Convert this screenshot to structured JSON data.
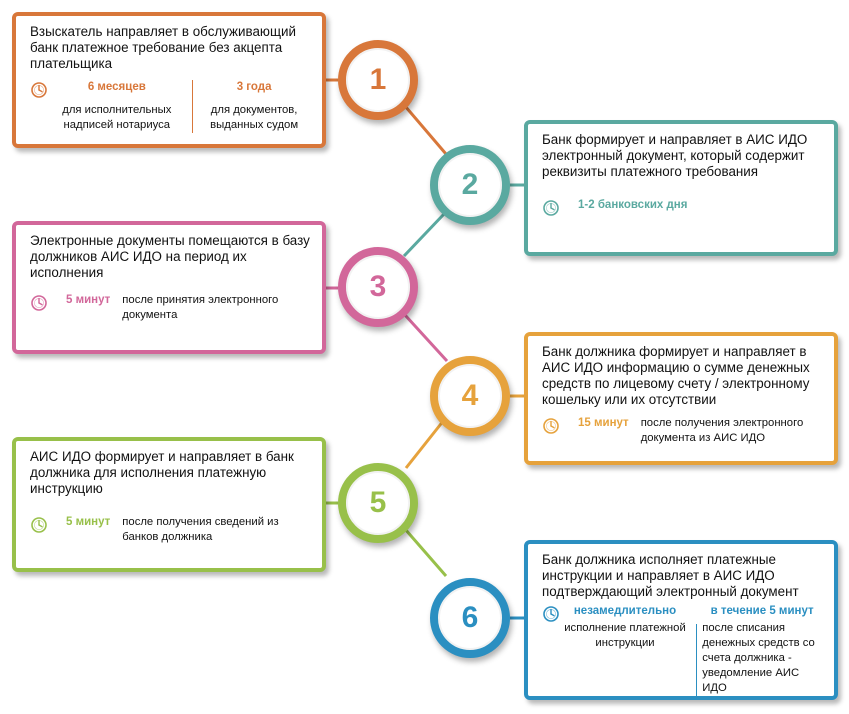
{
  "colors": {
    "step1": "#d8773a",
    "step2": "#5aa9a0",
    "step3": "#d2679a",
    "step4": "#e6a23c",
    "step5": "#98c04a",
    "step6": "#2b8fc1"
  },
  "icons": {
    "timing": "clock-icon"
  },
  "steps": [
    {
      "number": "1",
      "text": "Взыскатель направляет в обслуживающий банк платежное требование без акцепта плательщика",
      "timing_left_value": "6 месяцев",
      "timing_left_desc": "для исполнительных надписей нотариуса",
      "timing_right_value": "3 года",
      "timing_right_desc": "для документов, выданных судом"
    },
    {
      "number": "2",
      "text": "Банк формирует и направляет в АИС ИДО электронный документ, который содержит реквизиты платежного требования",
      "timing_value": "1-2 банковских дня"
    },
    {
      "number": "3",
      "text": "Электронные документы помещаются в базу должников АИС ИДО на период их исполнения",
      "timing_value": "5 минут",
      "timing_desc": "после принятия электронного документа"
    },
    {
      "number": "4",
      "text": "Банк должника формирует и направляет в АИС ИДО информацию о сумме денежных средств по лицевому счету / электронному кошельку или их отсутствии",
      "timing_value": "15 минут",
      "timing_desc": "после получения электронного документа из АИС ИДО"
    },
    {
      "number": "5",
      "text": "АИС ИДО формирует и направляет в банк должника для исполнения платежную инструкцию",
      "timing_value": "5 минут",
      "timing_desc": "после получения сведений из банков должника"
    },
    {
      "number": "6",
      "text": "Банк должника исполняет платежные инструкции и направляет в АИС ИДО подтверждающий электронный документ",
      "timing_left_value": "незамедлительно",
      "timing_left_desc": "исполнение платежной инструкции",
      "timing_right_value": "в течение 5 минут",
      "timing_right_desc": "после списания денежных средств со счета должника - уведомление АИС ИДО"
    }
  ]
}
